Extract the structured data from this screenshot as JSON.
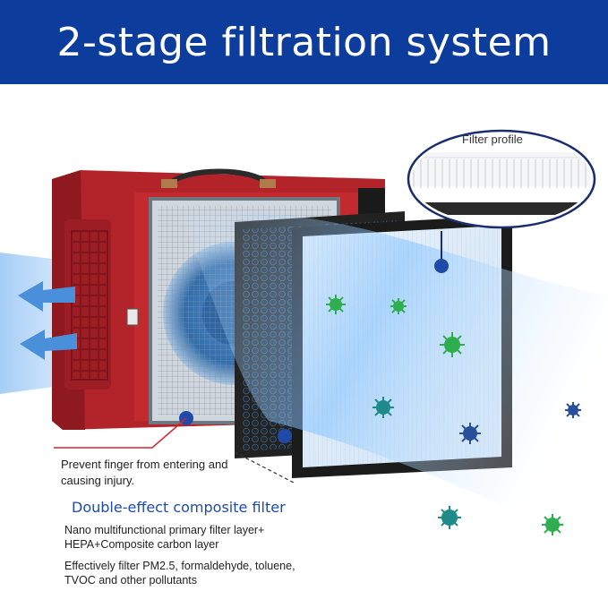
{
  "banner": {
    "title": "2-stage filtration system",
    "background": "#0d3d9c"
  },
  "callouts": {
    "filter_profile_label": "Filter profile",
    "finger_warning": "Prevent finger from entering and causing injury.",
    "composite_title": "Double-effect composite filter",
    "layer_description": "Nano multifunctional primary filter layer+ HEPA+Composite carbon layer",
    "effect_description": "Effectively filter PM2.5, formaldehyde, toluene, TVOC and other pollutants"
  },
  "colors": {
    "housing_red": "#b3232a",
    "accent_blue": "#1f4aa8",
    "germ_green": "#2fae4f",
    "germ_teal": "#1f8a8a"
  },
  "icons": [
    "left-arrow-icon",
    "germ-icon",
    "callout-dot-icon"
  ]
}
